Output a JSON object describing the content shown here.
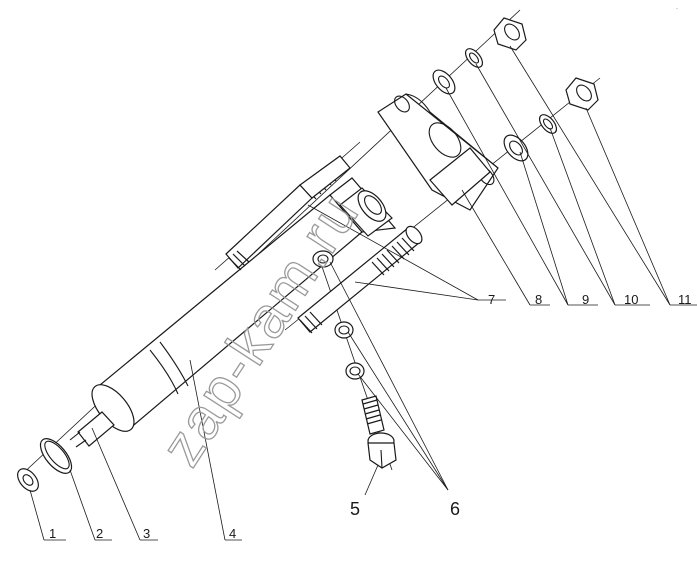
{
  "watermark": "zap-kam.ru",
  "callouts": {
    "c1": "1",
    "c2": "2",
    "c3": "3",
    "c4": "4",
    "c5": "5",
    "c6": "6",
    "c7": "7",
    "c8": "8",
    "c9": "9",
    "c10": "10",
    "c11": "11"
  }
}
